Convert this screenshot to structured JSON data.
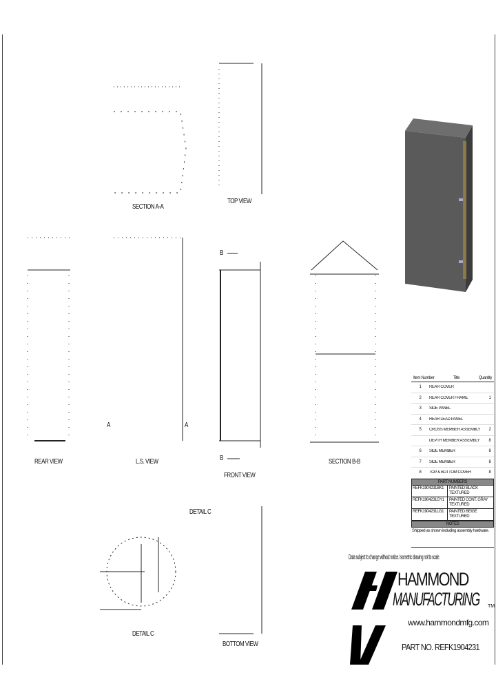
{
  "views": {
    "section_aa": "SECTION A-A",
    "top_view": "TOP VIEW",
    "rear_view": "REAR VIEW",
    "ls_view": "L.S. VIEW",
    "front_view": "FRONT VIEW",
    "section_bb": "SECTION B-B",
    "detail_c_top": "DETAIL C",
    "detail_c": "DETAIL C",
    "bottom_view": "BOTTOM VIEW",
    "marker_a1": "A",
    "marker_a2": "A",
    "marker_b1": "B",
    "marker_b2": "B"
  },
  "parts_table": {
    "headers": [
      "Item Number",
      "Title",
      "Quantity"
    ],
    "rows": [
      {
        "n": "1",
        "title": "REAR COVER",
        "qty": ""
      },
      {
        "n": "2",
        "title": "REAR COVER FRAME",
        "qty": "1"
      },
      {
        "n": "3",
        "title": "SIDE PANEL",
        "qty": ""
      },
      {
        "n": "4",
        "title": "REAR LEAD PANEL",
        "qty": ""
      },
      {
        "n": "5",
        "title": "CROSS MEMBER ASSEMBLY",
        "qty": "2"
      },
      {
        "n": "",
        "title": "DEPTH MEMBER ASSEMBLY",
        "qty": "8"
      },
      {
        "n": "6",
        "title": "SIDE MEMBER",
        "qty": "8"
      },
      {
        "n": "7",
        "title": "SIDE MEMBER",
        "qty": "8"
      },
      {
        "n": "8",
        "title": "TOP & BOTTOM COVER",
        "qty": "8"
      }
    ],
    "part_numbers_title": "PART NUMBERS",
    "part_numbers": [
      {
        "pn": "REFK1904231BK1",
        "desc": "PAINTED BLACK TEXTURED"
      },
      {
        "pn": "REFK1904231GY1",
        "desc": "PAINTED CONT. GRAY TEXTURED"
      },
      {
        "pn": "REFK1904231LG1",
        "desc": "PAINTED BEIGE TEXTURED"
      }
    ],
    "notes_title": "NOTES",
    "notes": "Shipped as shown including assembly hardware."
  },
  "title_block": {
    "disclaimer": "Data subject to change without notice. Isometric drawing not to scale.",
    "brand_line1": "HAMMOND",
    "brand_line2": "MANUFACTURING",
    "trademark": "TM",
    "website": "www.hammondmfg.com",
    "part_no": "PART NO.  REFK1904231"
  },
  "colors": {
    "enclosure": "#5a5a5a",
    "enclosure_dark": "#3c3c3c",
    "accent_panel": "#8a7a4a",
    "band": "#888888"
  }
}
